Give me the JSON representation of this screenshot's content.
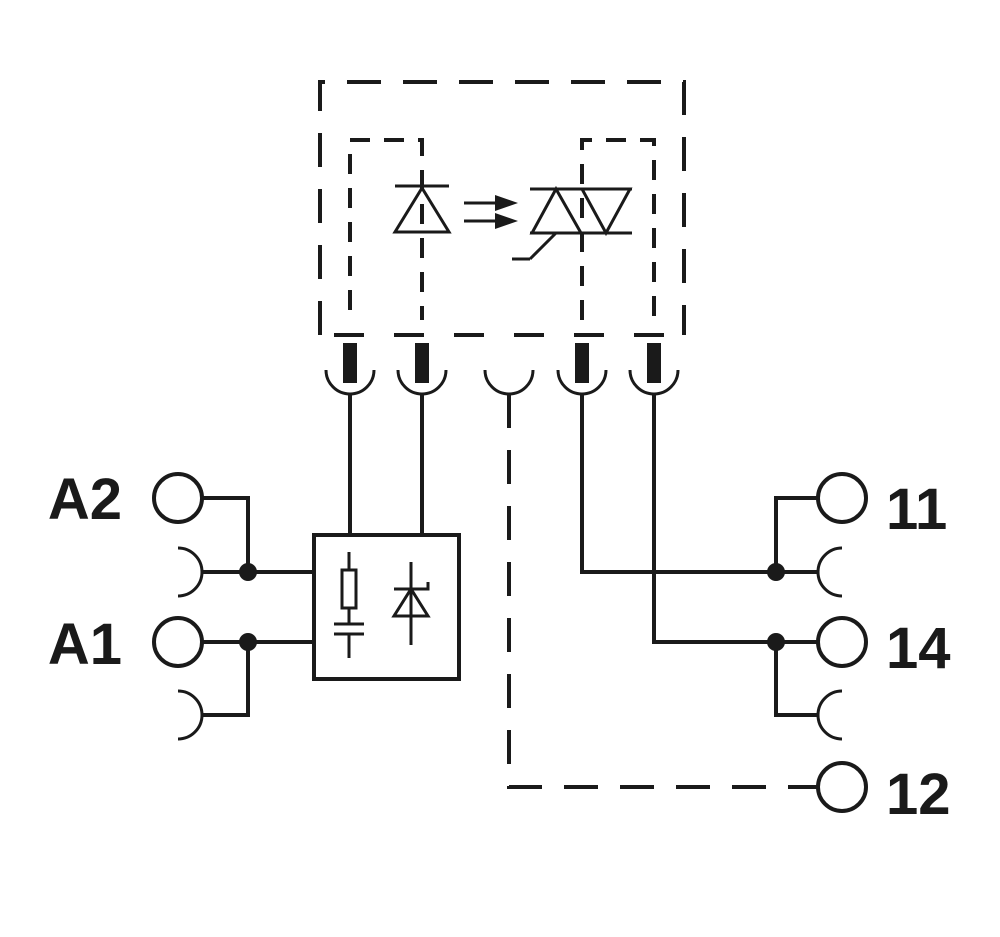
{
  "terminals": {
    "a2": "A2",
    "a1": "A1",
    "t11": "11",
    "t14": "14",
    "t12": "12"
  },
  "colors": {
    "line": "#1a1a1a",
    "background": "#ffffff"
  }
}
